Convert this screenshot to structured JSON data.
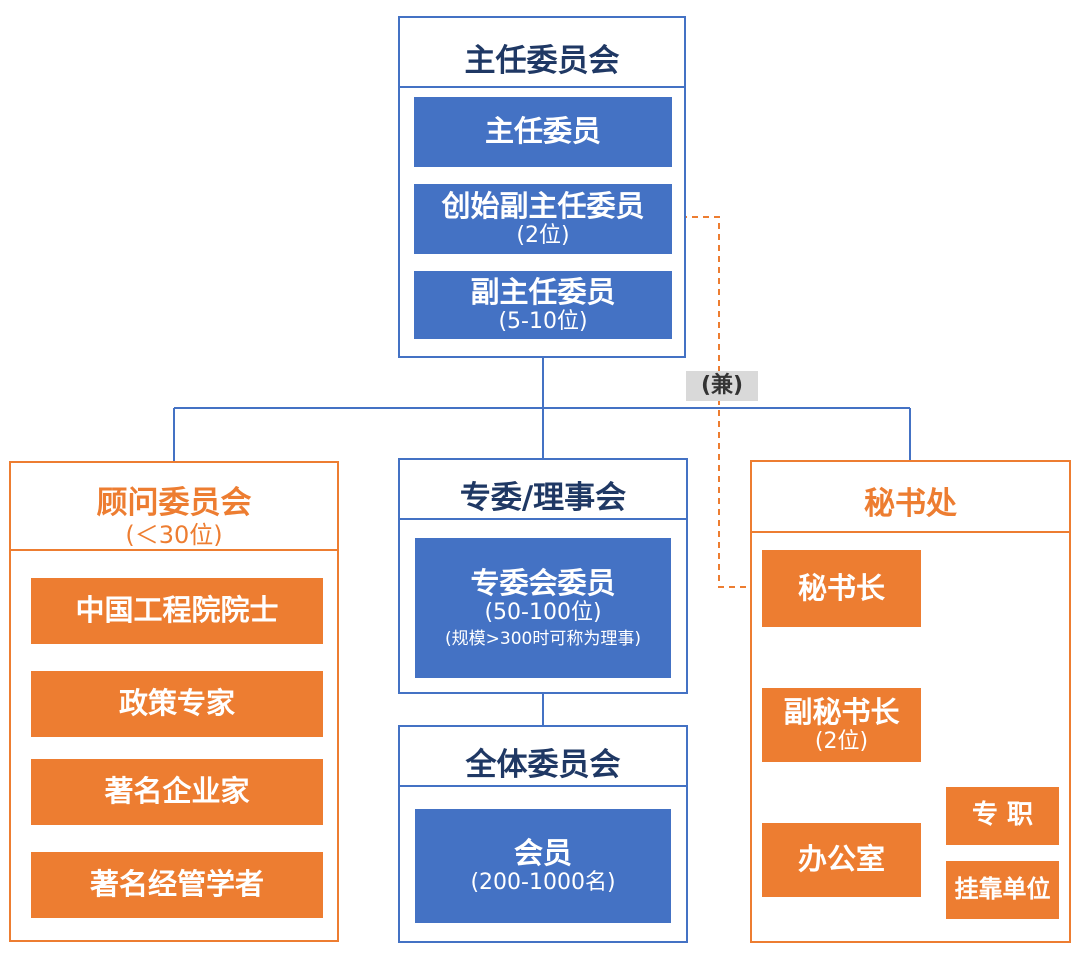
{
  "top_committee": {
    "title": "主任委员会",
    "director": "主任委员",
    "founding_vice": {
      "label": "创始副主任委员",
      "count": "(2位)"
    },
    "vice": {
      "label": "副主任委员",
      "count": "(5-10位)"
    }
  },
  "concurrent_tag": "(兼)",
  "advisory": {
    "title": "顾问委员会",
    "count": "(＜30位)",
    "items": [
      "中国工程院院士",
      "政策专家",
      "著名企业家",
      "著名经管学者"
    ]
  },
  "council": {
    "title": "专委/理事会",
    "member": {
      "label": "专委会委员",
      "count": "(50-100位)",
      "note": "(规模>300时可称为理事)"
    }
  },
  "general_assembly": {
    "title": "全体委员会",
    "member": {
      "label": "会员",
      "count": "(200-1000名)"
    }
  },
  "secretariat": {
    "title": "秘书处",
    "secretary_general": "秘书长",
    "deputy": {
      "label": "副秘书长",
      "count": "(2位)"
    },
    "office": "办公室",
    "fulltime": "专 职",
    "affiliated": "挂靠单位"
  },
  "colors": {
    "blue": "#4472C4",
    "orange": "#ED7D31",
    "dark_blue_text": "#1F3864",
    "tag_bg": "#D9D9D9"
  }
}
